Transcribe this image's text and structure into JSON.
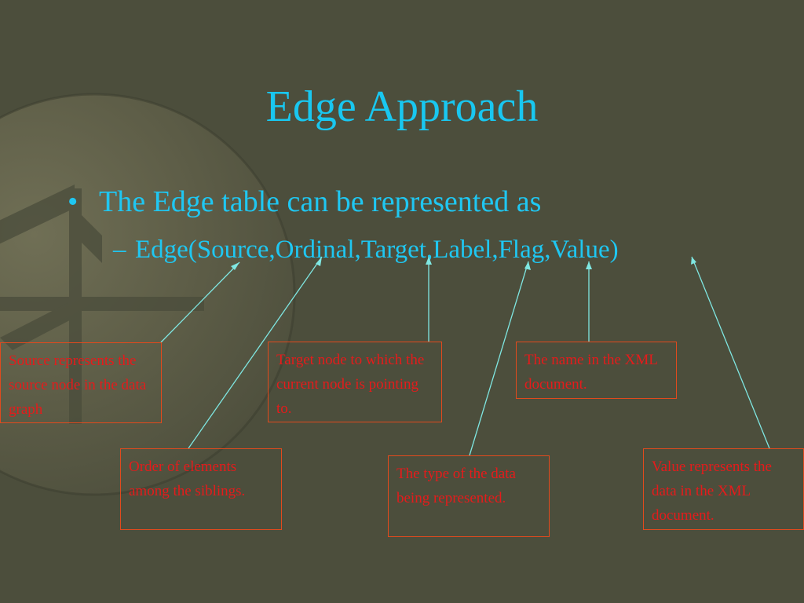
{
  "slide": {
    "title": "Edge Approach",
    "bullet_marker": "•",
    "bullet_text": "The Edge table can be represented as",
    "sub_marker": "–",
    "sub_text": "Edge(Source,Ordinal,Target,Label,Flag,Value)"
  },
  "callouts": {
    "source": "Source represents the source node in the data graph",
    "ordinal": "Order of elements among the siblings.",
    "target": "Target node to which the current node is pointing to.",
    "flag": "The type of the data being represented.",
    "label": "The name in the XML document.",
    "value": "Value represents the data in the XML document."
  },
  "colors": {
    "background": "#4c4e3c",
    "text_cyan": "#1fc7f2",
    "callout_text": "#e51b1b",
    "callout_border": "#e14a1d",
    "connector": "#7fe7e2"
  }
}
